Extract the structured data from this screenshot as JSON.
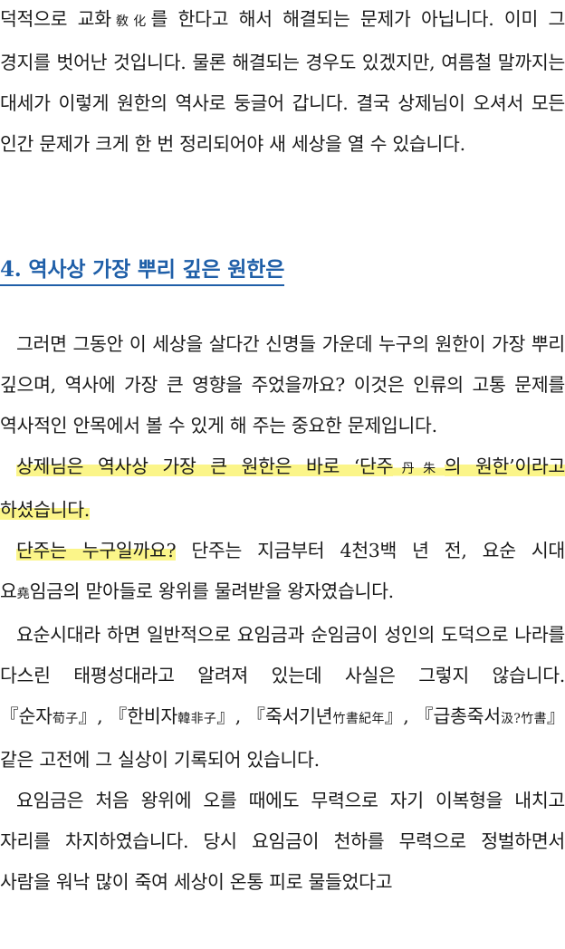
{
  "paragraphs_top": [
    {
      "id": "p0",
      "runs": [
        {
          "t": "덕적으로 교화"
        },
        {
          "t": "敎化",
          "hanja": true
        },
        {
          "t": "를 한다고 해서 해결되는 문제가 아닙니다. 이미 그 경지를 벗어난 것입니다. 물론 해결되는 경우도 있겠지만, 여름철 말까지는 대세가 이렇게 원한의 역사로 둥글어 갑니다. 결국 상제님이 오셔서 모든 인간 문제가 크게 한 번 정리되어야 새 세상을 열 수 있습니다."
        }
      ]
    }
  ],
  "heading": "4. 역사상 가장 뿌리 깊은 원한은",
  "paragraphs_bottom": [
    {
      "id": "p1",
      "runs": [
        {
          "t": "그러면 그동안 이 세상을 살다간 신명들 가운데 누구의 원한이 가장 뿌리 깊으며, 역사에 가장 큰 영향을 주었을까요? 이것은 인류의 고통 문제를 역사적인 안목에서 볼 수 있게 해 주는 중요한 문제입니다."
        }
      ]
    },
    {
      "id": "p2",
      "runs": [
        {
          "t": "상제님은 역사상 가장 큰 원한은 바로 ‘단주",
          "hl": true
        },
        {
          "t": "丹朱",
          "hanja": true,
          "hl": true
        },
        {
          "t": "의 원한’이라고 하셨습니다.",
          "hl": true
        }
      ]
    },
    {
      "id": "p3",
      "runs": [
        {
          "t": "단주는 누구일까요?",
          "hl": true
        },
        {
          "t": " 단주는 지금부터 4천3백 년 전, 요순 시대 요"
        },
        {
          "t": "堯",
          "hanja": true
        },
        {
          "t": "임금의 맏아들로 왕위를 물려받을 왕자였습니다."
        }
      ]
    },
    {
      "id": "p4",
      "runs": [
        {
          "t": "요순시대라 하면 일반적으로 요임금과 순임금이 성인의 도덕으로 나라를 다스린 태평성대라고 알려져 있는데 사실은 그렇지 않습니다. 『순자"
        },
        {
          "t": "荀子",
          "hanja": true
        },
        {
          "t": "』, 『한비자"
        },
        {
          "t": "韓非子",
          "hanja": true
        },
        {
          "t": "』, 『죽서기년"
        },
        {
          "t": "竹書紀年",
          "hanja": true
        },
        {
          "t": "』, 『급총죽서"
        },
        {
          "t": "汲?竹書",
          "hanja": true
        },
        {
          "t": "』 같은 고전에 그 실상이 기록되어 있습니다."
        }
      ]
    },
    {
      "id": "p5",
      "runs": [
        {
          "t": "요임금은 처음 왕위에 오를 때에도 무력으로 자기 이복형을 내치고 자리를 차지하였습니다. 당시 요임금이 천하를 무력으로 정벌하면서 사람을 워낙 많이 죽여 세상이 온통 피로 물들었다고"
        }
      ]
    }
  ]
}
